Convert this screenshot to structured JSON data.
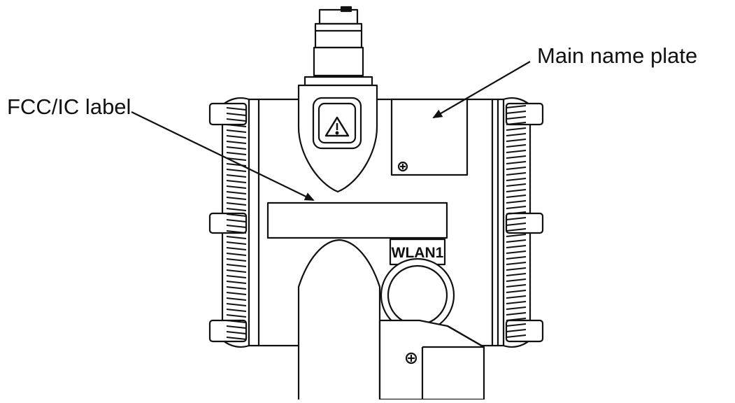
{
  "callouts": {
    "main_name_plate": "Main name plate",
    "fcc_ic_label": "FCC/IC label"
  },
  "device": {
    "port_label": "WLAN1",
    "warning_icon": "warning-triangle-icon",
    "screw_icon": "screw-head-icon"
  },
  "colors": {
    "line": "#111111",
    "fill": "#ffffff"
  }
}
